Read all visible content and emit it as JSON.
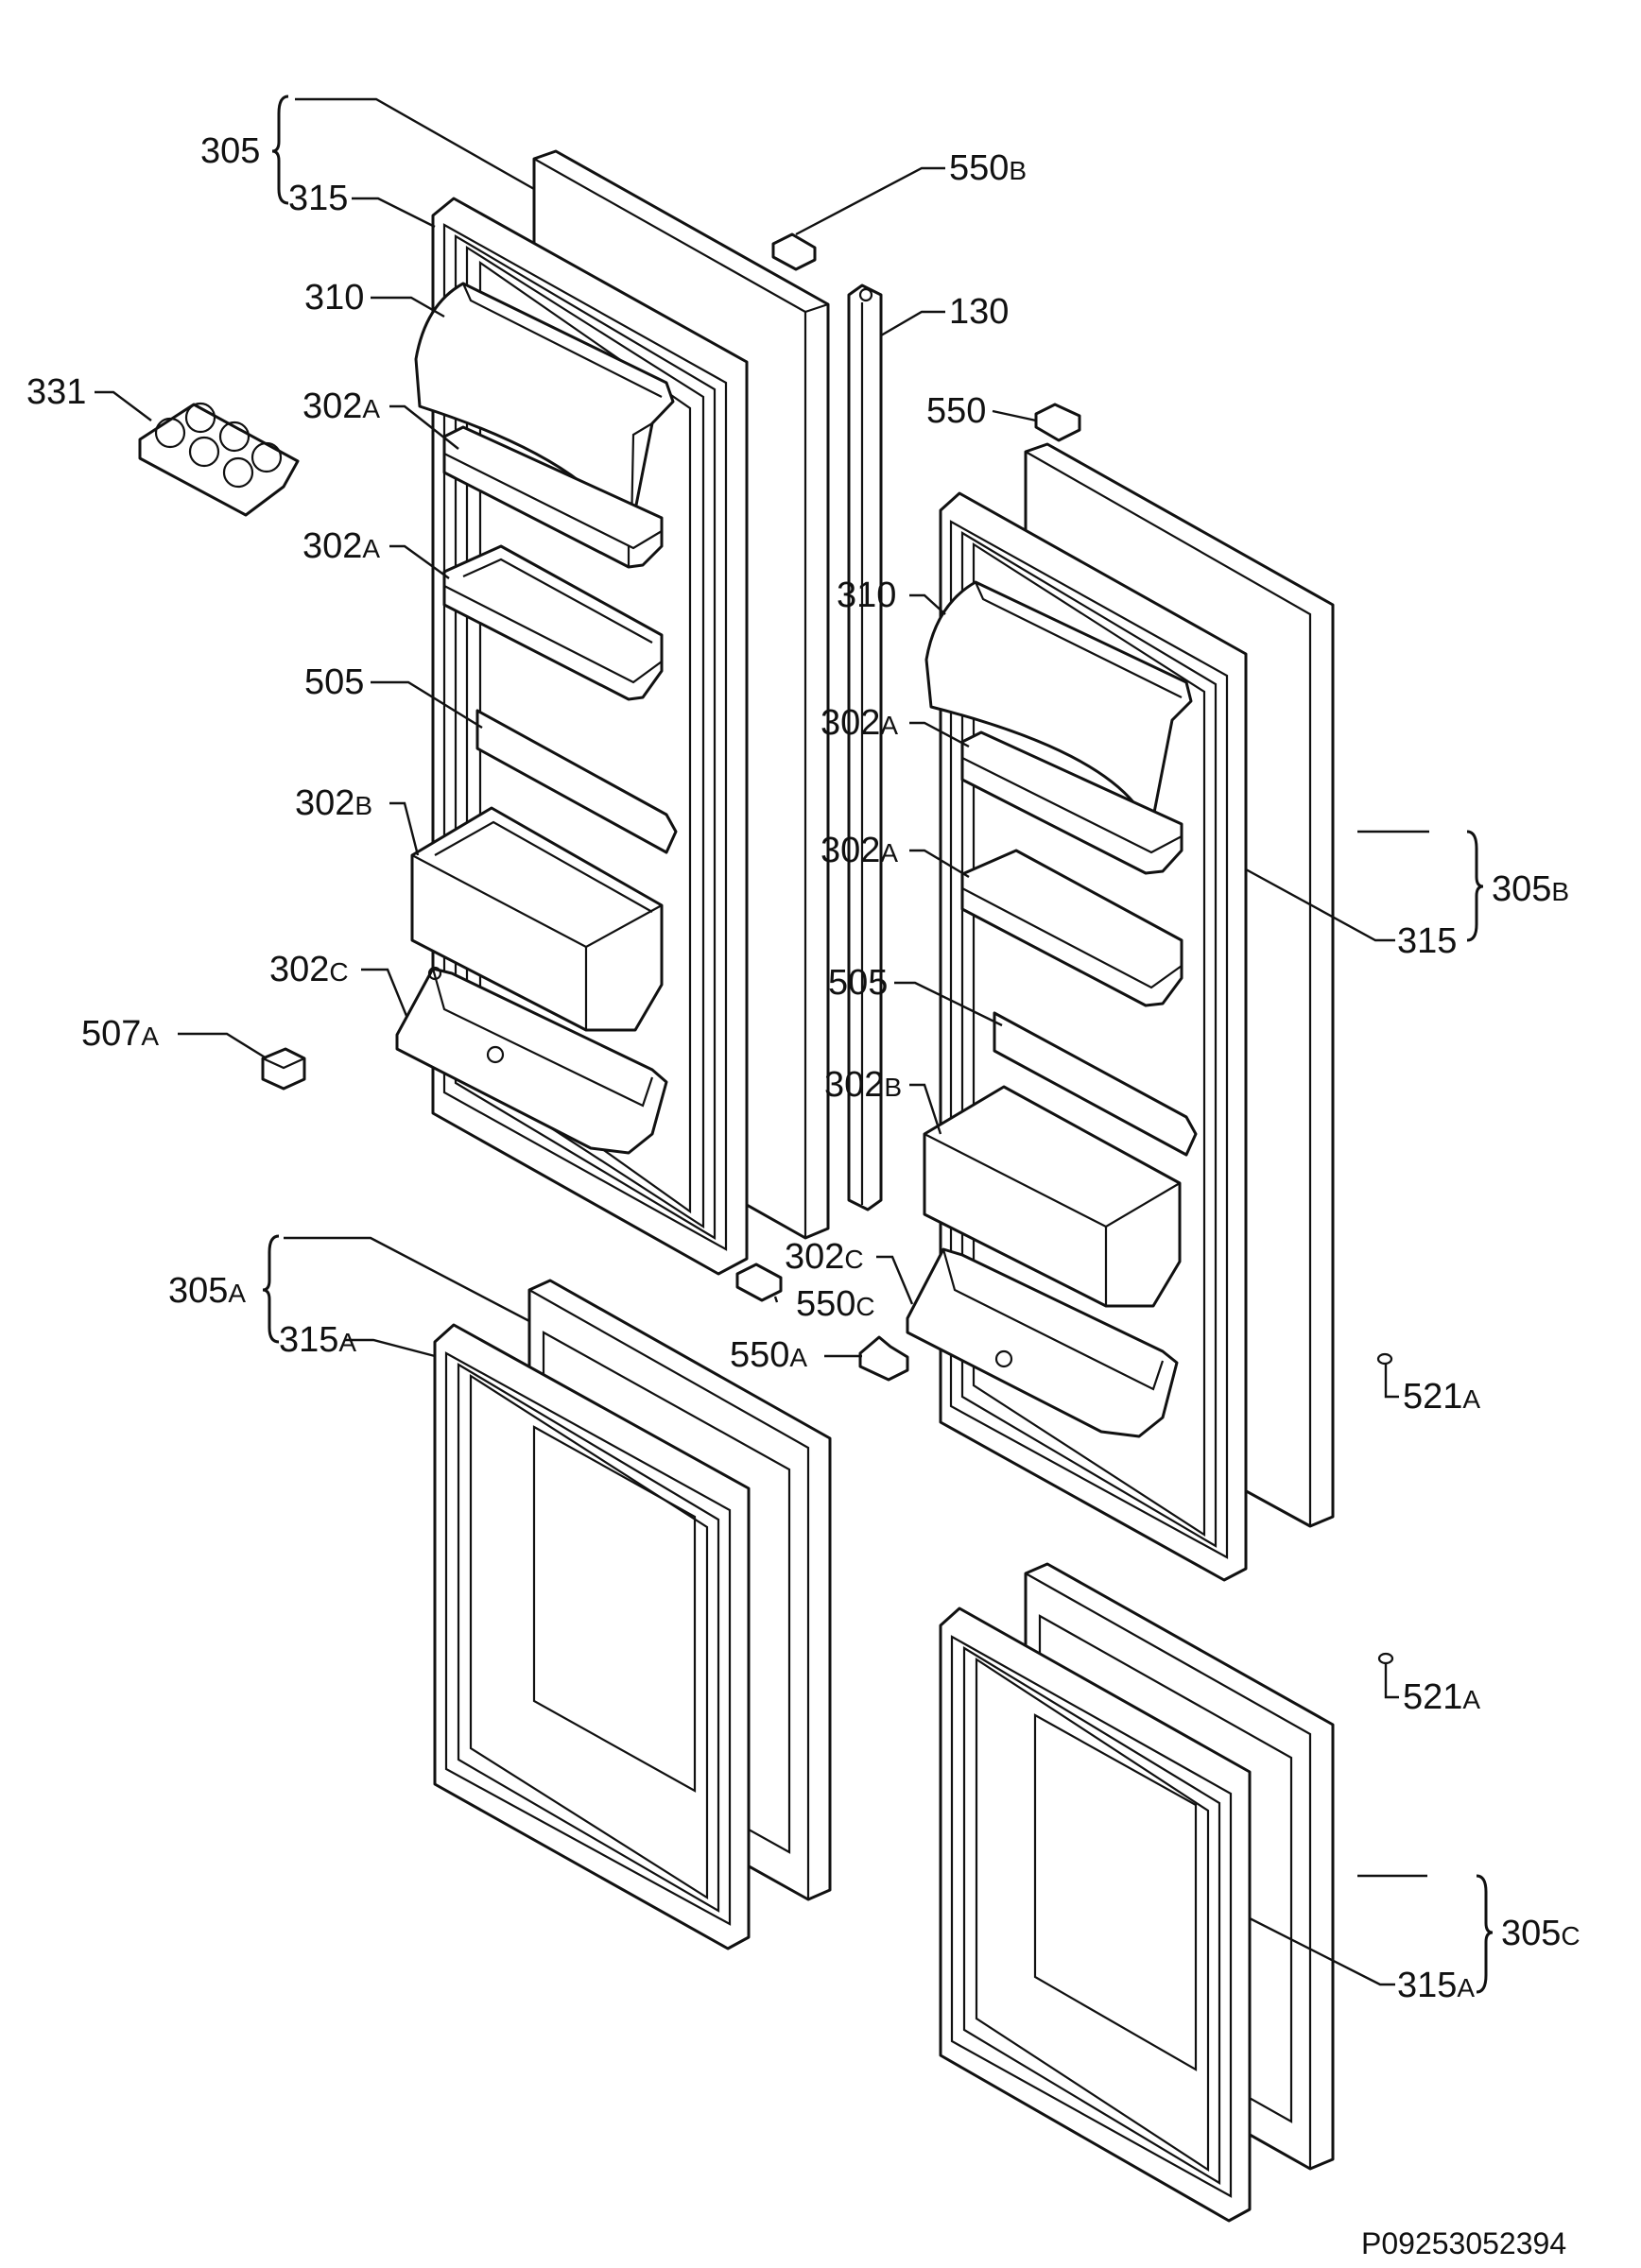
{
  "labels": {
    "l305": {
      "main": "305",
      "sub": ""
    },
    "l315": {
      "main": "315",
      "sub": ""
    },
    "l310_left": {
      "main": "310",
      "sub": ""
    },
    "l331": {
      "main": "331",
      "sub": ""
    },
    "l302a_left_1": {
      "main": "302",
      "sub": "A"
    },
    "l302a_left_2": {
      "main": "302",
      "sub": "A"
    },
    "l505_left": {
      "main": "505",
      "sub": ""
    },
    "l302b_left": {
      "main": "302",
      "sub": "B"
    },
    "l302c_left": {
      "main": "302",
      "sub": "C"
    },
    "l507a": {
      "main": "507",
      "sub": "A"
    },
    "l550b": {
      "main": "550",
      "sub": "B"
    },
    "l130": {
      "main": "130",
      "sub": ""
    },
    "l550": {
      "main": "550",
      "sub": ""
    },
    "l310_right": {
      "main": "310",
      "sub": ""
    },
    "l302a_right_1": {
      "main": "302",
      "sub": "A"
    },
    "l302a_right_2": {
      "main": "302",
      "sub": "A"
    },
    "l505_right": {
      "main": "505",
      "sub": ""
    },
    "l302b_right": {
      "main": "302",
      "sub": "B"
    },
    "l302c_right": {
      "main": "302",
      "sub": "C"
    },
    "l305b": {
      "main": "305",
      "sub": "B"
    },
    "l315_right": {
      "main": "315",
      "sub": ""
    },
    "l305a": {
      "main": "305",
      "sub": "A"
    },
    "l315a_left": {
      "main": "315",
      "sub": "A"
    },
    "l550c": {
      "main": "550",
      "sub": "C"
    },
    "l550a": {
      "main": "550",
      "sub": "A"
    },
    "l521a_1": {
      "main": "521",
      "sub": "A"
    },
    "l521a_2": {
      "main": "521",
      "sub": "A"
    },
    "l305c": {
      "main": "305",
      "sub": "C"
    },
    "l315a_right": {
      "main": "315",
      "sub": "A"
    }
  },
  "drawing_code": "P09253052394"
}
